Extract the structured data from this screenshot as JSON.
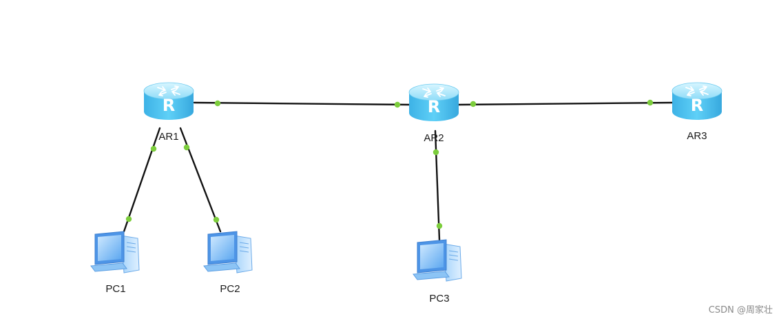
{
  "topology": {
    "nodes": [
      {
        "id": "ar1",
        "label": "AR1",
        "kind": "router"
      },
      {
        "id": "ar2",
        "label": "AR2",
        "kind": "router"
      },
      {
        "id": "ar3",
        "label": "AR3",
        "kind": "router"
      },
      {
        "id": "pc1",
        "label": "PC1",
        "kind": "pc"
      },
      {
        "id": "pc2",
        "label": "PC2",
        "kind": "pc"
      },
      {
        "id": "pc3",
        "label": "PC3",
        "kind": "pc"
      }
    ],
    "links": [
      {
        "from": "ar1",
        "to": "ar2"
      },
      {
        "from": "ar2",
        "to": "ar3"
      },
      {
        "from": "ar1",
        "to": "pc1"
      },
      {
        "from": "ar1",
        "to": "pc2"
      },
      {
        "from": "ar2",
        "to": "pc3"
      }
    ],
    "colors": {
      "link": "#111111",
      "port": "#7ccd3c",
      "router_body": "#4fc3f0",
      "router_top": "#b9ecff",
      "pc_screen": "#6fb4f5"
    }
  },
  "watermark": "CSDN @周家壮"
}
